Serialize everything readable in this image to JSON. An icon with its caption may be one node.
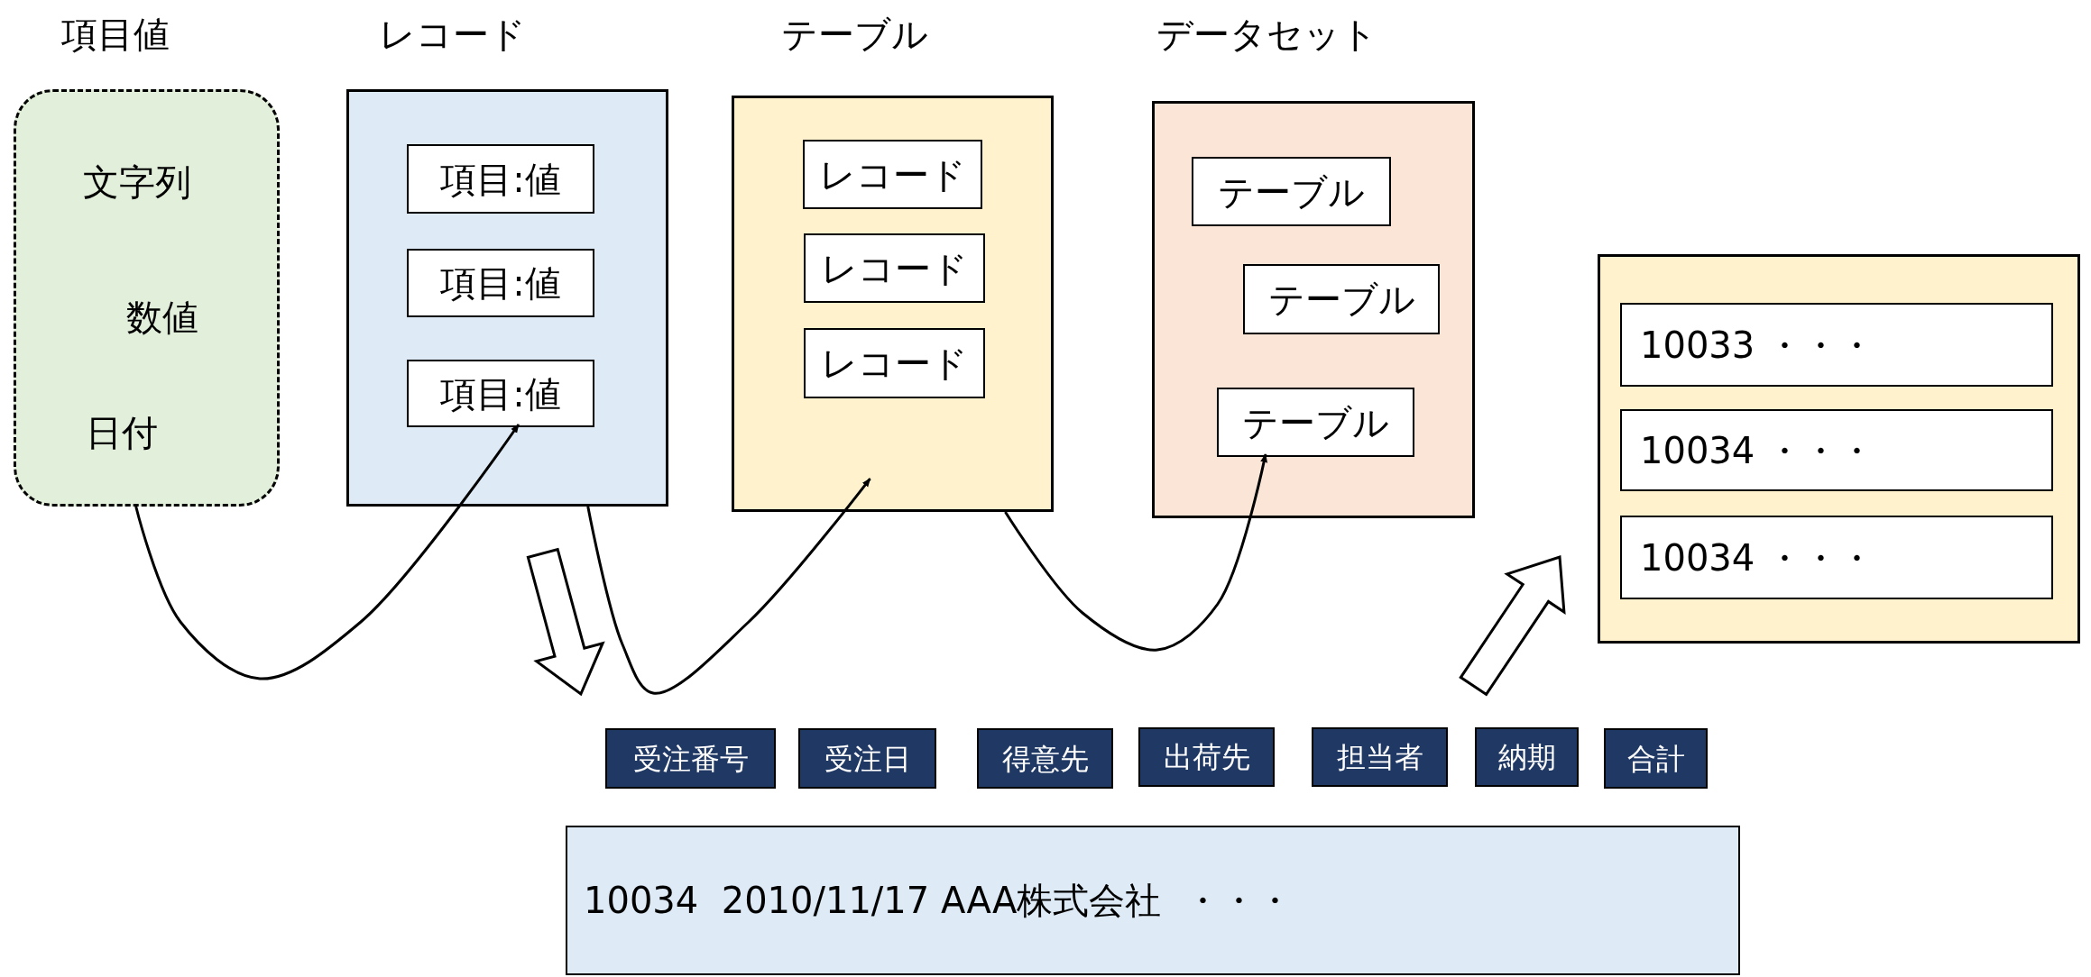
{
  "diagram": {
    "nodes": [
      {
        "text": [
          "項目値",
          "文字列",
          "数値",
          "日付"
        ]
      },
      {
        "text": [
          "レコード"
        ]
      },
      {
        "text": [
          "項目:値"
        ],
        "in": 1
      },
      {
        "text": [
          "項目:値"
        ],
        "in": 1
      },
      {
        "text": [
          "項目:値"
        ],
        "in": 1
      },
      {
        "text": [
          "テーブル"
        ]
      },
      {
        "text": [
          "レコード"
        ],
        "in": 5
      },
      {
        "text": [
          "レコード"
        ],
        "in": 5
      },
      {
        "text": [
          "レコード"
        ],
        "in": 5
      },
      {
        "text": [
          "データセット"
        ]
      },
      {
        "text": [
          "テーブル"
        ],
        "in": 9
      },
      {
        "text": [
          "テーブル"
        ],
        "in": 9
      },
      {
        "text": [
          "テーブル"
        ],
        "in": 9
      },
      {
        "text": [],
        "shape": "box"
      },
      {
        "text": [
          "10033 ・・・"
        ],
        "in": 13
      },
      {
        "text": [
          "10034 ・・・"
        ],
        "in": 13
      },
      {
        "text": [
          "10034 ・・・"
        ],
        "in": 13
      },
      {
        "text": [
          "受注番号"
        ]
      },
      {
        "text": [
          "受注日"
        ]
      },
      {
        "text": [
          "得意先"
        ]
      },
      {
        "text": [
          "出荷先"
        ]
      },
      {
        "text": [
          "担当者"
        ]
      },
      {
        "text": [
          "納期"
        ]
      },
      {
        "text": [
          "合計"
        ]
      },
      {
        "text": [
          "10034  2010/11/17 AAA株式会社  ・・・"
        ]
      }
    ],
    "edges": [
      {
        "from": 0,
        "to": 4,
        "arrow": "to"
      },
      {
        "from": 1,
        "to": 5,
        "arrow": "to"
      },
      {
        "from": 5,
        "to": 12,
        "arrow": "to"
      },
      {
        "from": 1,
        "to": 24,
        "arrow": "to",
        "style": "thick"
      },
      {
        "from": 24,
        "to": 13,
        "arrow": "to",
        "style": "thick"
      }
    ]
  }
}
